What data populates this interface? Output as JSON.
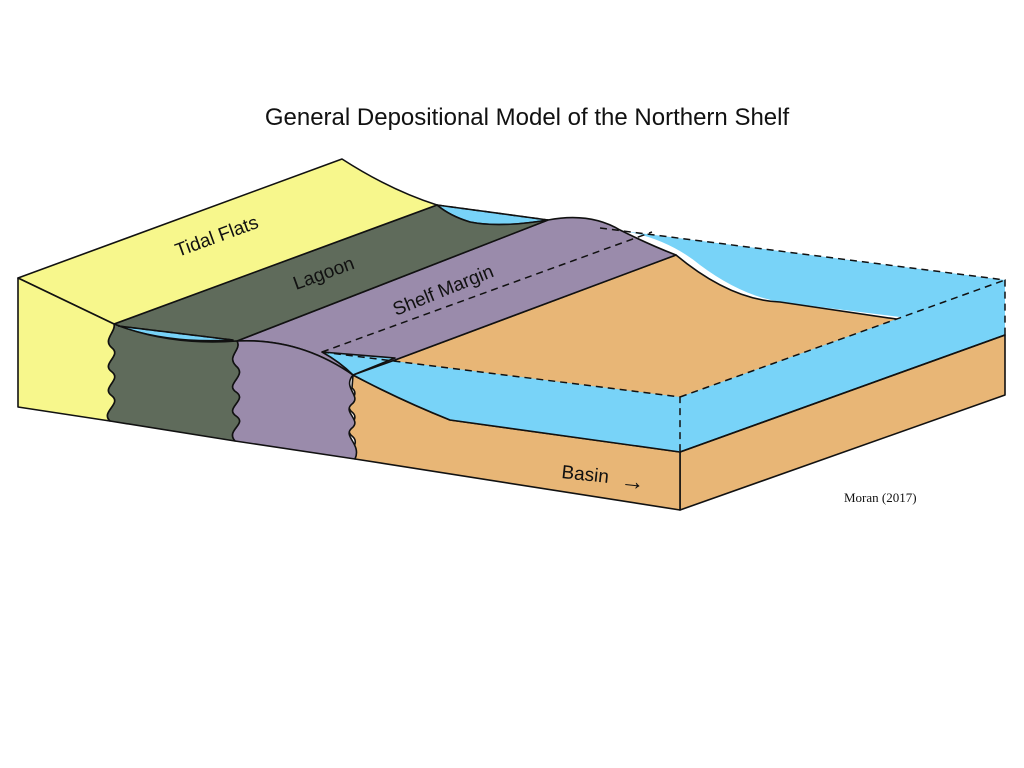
{
  "title": "General Depositional Model of the Northern Shelf",
  "zones": {
    "tidal_flats": "Tidal Flats",
    "lagoon": "Lagoon",
    "shelf_margin": "Shelf Margin",
    "basin": "Basin"
  },
  "basin_arrow": "→",
  "citation": "Moran (2017)",
  "colors": {
    "tidal_flats": "#f7f78c",
    "lagoon": "#5f6b5b",
    "shelf_margin": "#9a8bab",
    "basin": "#e8b676",
    "water": "#78d3f8"
  }
}
